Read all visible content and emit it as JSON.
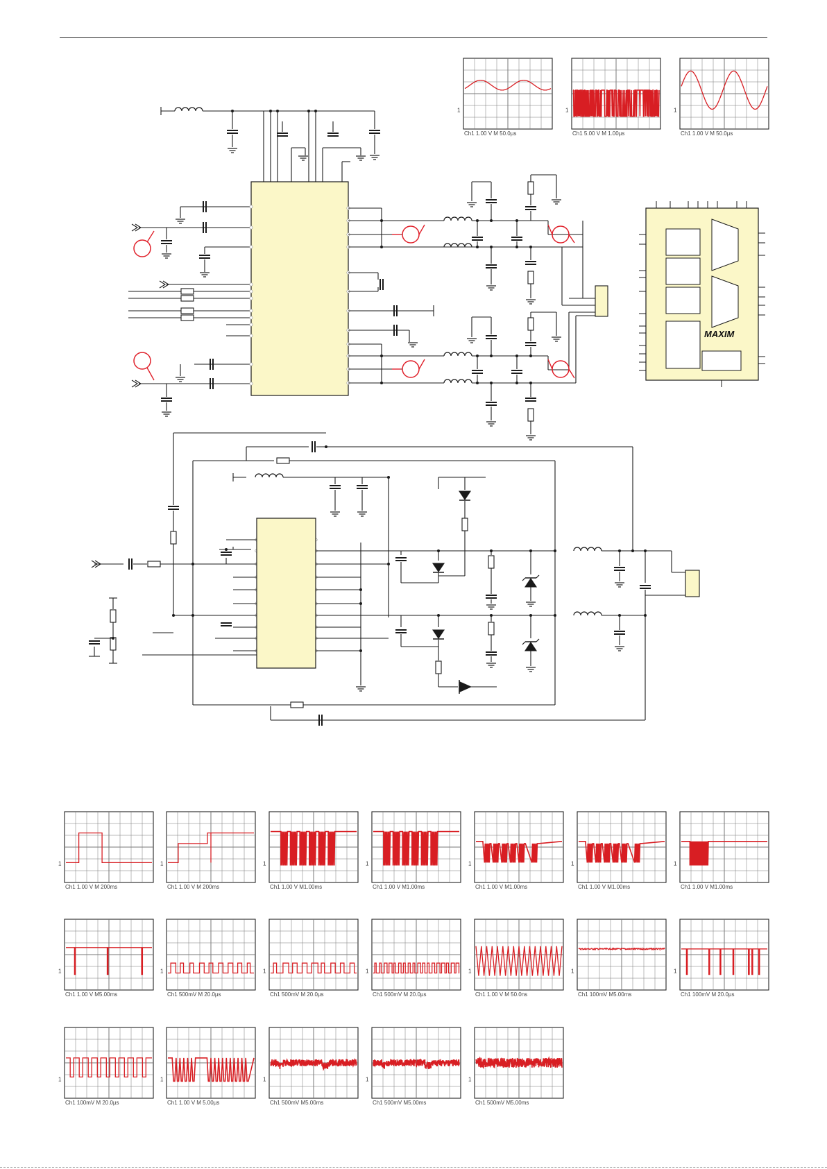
{
  "colors": {
    "ic_fill": "#fbf7c8",
    "wire": "#1a1a1a",
    "probe": "#e0202a",
    "trace": "#d81e23",
    "grid": "#777777"
  },
  "logo": "MAXIM",
  "probe_icon": "circle-probe-icon",
  "scopes": [
    {
      "label": "Ch1    1.00 V        M 50.0µs",
      "wave": "sine_small",
      "marker": "1"
    },
    {
      "label": "Ch1    5.00 V        M 1.00µs",
      "wave": "burst_tall",
      "marker": "1"
    },
    {
      "label": "Ch1    1.00 V        M 50.0µs",
      "wave": "sine_big",
      "marker": "1"
    },
    {
      "label": "Ch1    1.00 V      M  200ms",
      "wave": "pulse_wide",
      "marker": "1"
    },
    {
      "label": "Ch1    1.00 V      M  200ms",
      "wave": "pulse_step",
      "marker": "1"
    },
    {
      "label": "Ch1    1.00 V        M1.00ms",
      "wave": "burst_high",
      "marker": "1"
    },
    {
      "label": "Ch1    1.00 V        M1.00ms",
      "wave": "burst_high2",
      "marker": "1"
    },
    {
      "label": "Ch1    1.00 V        M1.00ms",
      "wave": "burst_mid",
      "marker": "1"
    },
    {
      "label": "Ch1    1.00 V        M1.00ms",
      "wave": "burst_mid2",
      "marker": "1"
    },
    {
      "label": "Ch1    1.00 V        M1.00ms",
      "wave": "burst_block",
      "marker": "1"
    },
    {
      "label": "Ch1    1.00 V        M5.00ms",
      "wave": "high_dips",
      "marker": "1"
    },
    {
      "label": "Ch1    500mV        M 20.0µs",
      "wave": "low_pulses",
      "marker": "1"
    },
    {
      "label": "Ch1    500mV        M 20.0µs",
      "wave": "low_pulses2",
      "marker": "1"
    },
    {
      "label": "Ch1    500mV        M 20.0µs",
      "wave": "low_dense",
      "marker": "1"
    },
    {
      "label": "Ch1    1.00 V        M 50.0ns",
      "wave": "sawtooth",
      "marker": "1"
    },
    {
      "label": "Ch1    100mV        M5.00ms",
      "wave": "flat_high",
      "marker": "1"
    },
    {
      "label": "Ch1    100mV        M 20.0µs",
      "wave": "high_spikes",
      "marker": "1"
    },
    {
      "label": "Ch1    100mV        M 20.0µs",
      "wave": "square_mid",
      "marker": "1"
    },
    {
      "label": "Ch1    1.00 V        M 5.00µs",
      "wave": "burst_mixed",
      "marker": "1"
    },
    {
      "label": "Ch1    500mV        M5.00ms",
      "wave": "noisy_band",
      "marker": "1"
    },
    {
      "label": "Ch1    500mV        M5.00ms",
      "wave": "noisy_band2",
      "marker": "1"
    },
    {
      "label": "Ch1    500mV        M5.00ms",
      "wave": "noisy_band3",
      "marker": "1"
    }
  ]
}
